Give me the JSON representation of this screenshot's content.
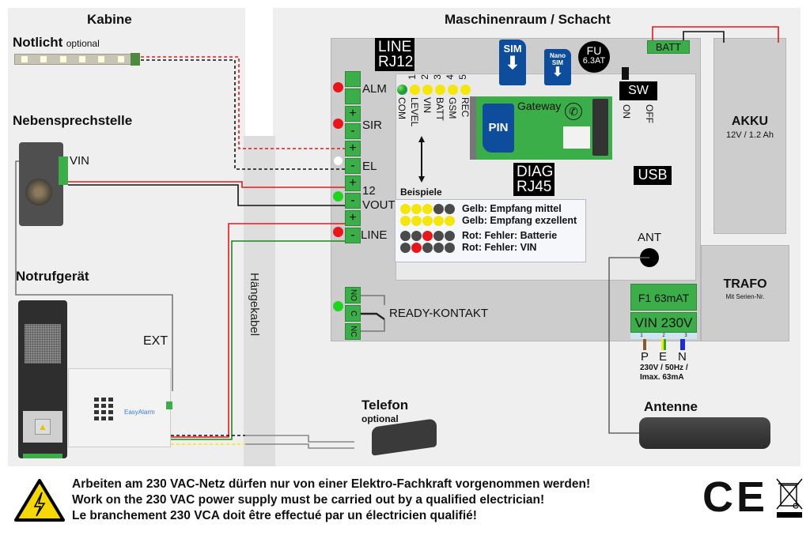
{
  "sections": {
    "kabine": "Kabine",
    "maschinenraum": "Maschinenraum / Schacht",
    "haengekabel": "Hängekabel"
  },
  "devices": {
    "notlicht": {
      "title": "Notlicht",
      "subtitle": "optional"
    },
    "nebensprechstelle": {
      "title": "Nebensprechstelle",
      "terminal": "VIN"
    },
    "notrufgeraet": {
      "title": "Notrufgerät",
      "ext_label": "EXT",
      "brand": "EasyAlarm"
    },
    "telefon": {
      "title": "Telefon",
      "subtitle": "optional"
    },
    "antenne": {
      "title": "Antenne"
    },
    "akku": {
      "title": "AKKU",
      "spec": "12V / 1.2 Ah"
    },
    "trafo": {
      "title": "TRAFO",
      "spec": "Mit Serien-Nr."
    }
  },
  "gateway": {
    "line_rj12": [
      "LINE",
      "RJ12"
    ],
    "sim": "SIM",
    "nano_sim": [
      "Nano",
      "SIM"
    ],
    "fuse": [
      "FU",
      "6.3AT"
    ],
    "batt": "BATT",
    "switch": {
      "label": "SW",
      "on": "ON",
      "off": "OFF"
    },
    "usb": "USB",
    "ant": "ANT",
    "diag_rj45": [
      "DIAG",
      "RJ45"
    ],
    "pin": "PIN",
    "gateway_label": "Gateway",
    "led_numbers": [
      "1",
      "2",
      "3",
      "4",
      "5"
    ],
    "led_labels": [
      "COM",
      "LEVEL",
      "VIN",
      "BATT",
      "GSM",
      "REC"
    ],
    "terminals": [
      {
        "label": "ALM",
        "signs": [
          "",
          ""
        ],
        "indicator": "#e8161b"
      },
      {
        "label": "SIR",
        "signs": [
          "+",
          "-"
        ],
        "indicator": "#e8161b"
      },
      {
        "label": "EL",
        "signs": [
          "+",
          "-"
        ],
        "indicator": "#ffffff"
      },
      {
        "label": "12 VOUT",
        "signs": [
          "+",
          "-"
        ],
        "indicator": "#1ed41e"
      },
      {
        "label": "LINE",
        "signs": [
          "+",
          "-"
        ],
        "indicator": "#e8161b"
      }
    ],
    "terminal_labels": {
      "alm": "ALM",
      "sir": "SIR",
      "el": "EL",
      "v12": "12",
      "vout": "VOUT",
      "line": "LINE"
    },
    "ready_contact": {
      "label": "READY-KONTAKT",
      "pins": [
        "NO",
        "C",
        "NC"
      ],
      "indicator": "#1ed41e"
    },
    "power": {
      "fuse": "F1  63mAT",
      "vin": "VIN 230V",
      "pins": [
        "1",
        "2",
        "3"
      ],
      "wires": [
        "P",
        "E",
        "N"
      ],
      "spec": [
        "230V / 50Hz /",
        "Imax. 63mA"
      ]
    }
  },
  "examples": {
    "title": "Beispiele",
    "rows": [
      {
        "leds": [
          "#f5e60a",
          "#f5e60a",
          "#f5e60a",
          "#4a4a4a",
          "#4a4a4a"
        ],
        "text": "Gelb: Empfang mittel"
      },
      {
        "leds": [
          "#f5e60a",
          "#f5e60a",
          "#f5e60a",
          "#f5e60a",
          "#f5e60a"
        ],
        "text": "Gelb: Empfang exzellent"
      },
      {
        "leds": [
          "#4a4a4a",
          "#4a4a4a",
          "#e8161b",
          "#4a4a4a",
          "#4a4a4a"
        ],
        "text": "Rot: Fehler: Batterie"
      },
      {
        "leds": [
          "#4a4a4a",
          "#e8161b",
          "#4a4a4a",
          "#4a4a4a",
          "#4a4a4a"
        ],
        "text": "Rot: Fehler: VIN"
      }
    ]
  },
  "warning": {
    "lines": [
      "Arbeiten am 230 VAC-Netz dürfen nur von einer Elektro-Fachkraft vorgenommen werden!",
      "Work on the 230 VAC power supply must be carried out by a qualified electrician!",
      "Le branchement 230 VCA doit être effectué par un électricien qualifié!"
    ]
  },
  "marks": {
    "ce": "CE"
  },
  "colors": {
    "terminal_green": "#3cae49",
    "led_yellow": "#f5e60a",
    "led_red": "#e8161b",
    "led_green": "#1ed41e",
    "sim_blue": "#0e4d9c"
  }
}
